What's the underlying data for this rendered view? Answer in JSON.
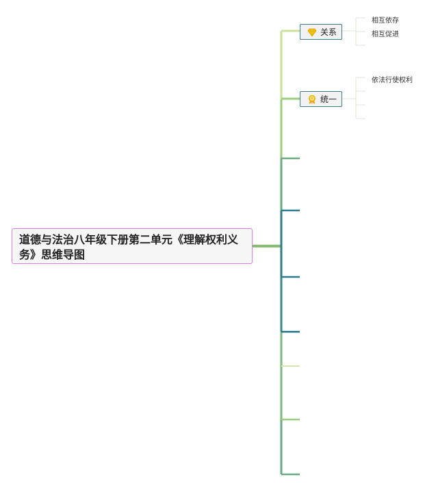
{
  "root": {
    "title": "道德与法治八年级下册第二单元《理解权利义务》思维导图"
  },
  "branches": [
    {
      "label": "关系",
      "icon": "diamond-icon",
      "leaves": [
        "相互依存",
        "相互促进"
      ]
    },
    {
      "label": "统一",
      "icon": "award-ribbon-icon",
      "leaves": [
        "依法行使权利"
      ]
    }
  ],
  "colors": {
    "root_border": "#d77fe0",
    "branch_border": "#3d7d86",
    "trunk_light": "#c8e29c",
    "trunk_mid": "#86bd72",
    "trunk_teal": "#317e8c",
    "leaf_line": "#d9ead3",
    "icon_gold": "#f5c518"
  }
}
